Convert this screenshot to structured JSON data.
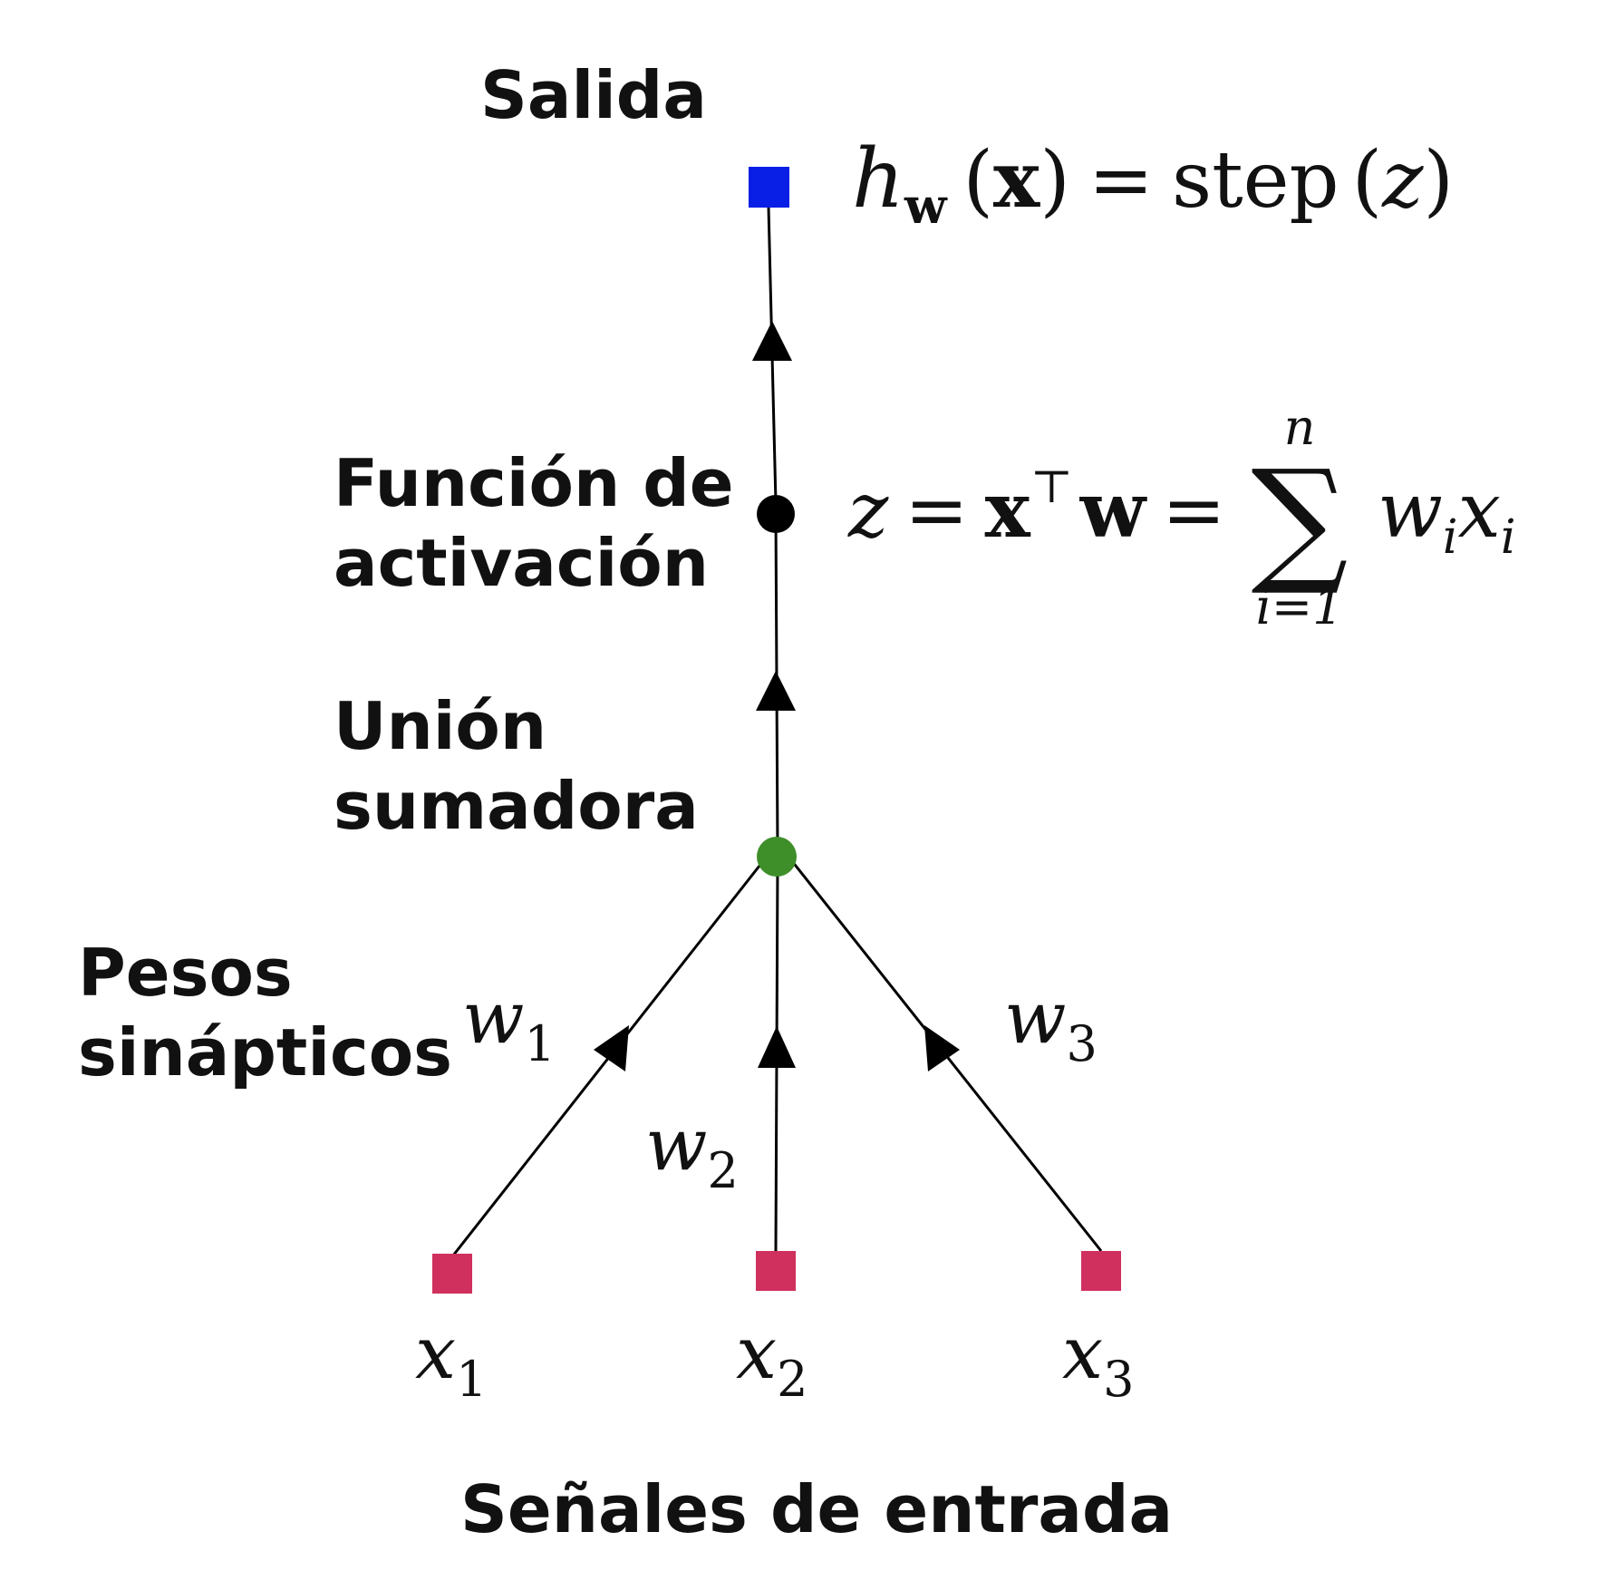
{
  "labels": {
    "output": "Salida",
    "activation_line1": "Función de",
    "activation_line2": "activación",
    "summing_line1": "Unión",
    "summing_line2": "sumadora",
    "weights_line1": "Pesos",
    "weights_line2": "sinápticos",
    "inputs": "Señales de entrada"
  },
  "inputs": [
    {
      "symbol": "x",
      "index": "1"
    },
    {
      "symbol": "x",
      "index": "2"
    },
    {
      "symbol": "x",
      "index": "3"
    }
  ],
  "weights": [
    {
      "symbol": "w",
      "index": "1"
    },
    {
      "symbol": "w",
      "index": "2"
    },
    {
      "symbol": "w",
      "index": "3"
    }
  ],
  "output_formula": {
    "h": "h",
    "h_sub": "w",
    "arg_open": "(",
    "arg": "x",
    "arg_close": ")",
    "equals": "=",
    "func": "step",
    "func_arg_open": "(",
    "func_arg": "z",
    "func_arg_close": ")"
  },
  "activation_formula": {
    "lhs": "z",
    "eq1": "=",
    "x": "x",
    "transpose": "⊤",
    "w": "w",
    "eq2": "=",
    "sigma": "∑",
    "upper": "n",
    "lower": "i=1",
    "term_w": "w",
    "term_w_sub": "i",
    "term_x": "x",
    "term_x_sub": "i"
  },
  "colors": {
    "output_node": "#0a1fe6",
    "activation_node": "#000000",
    "summing_node": "#3e8f2a",
    "input_node": "#d0305e",
    "edge": "#000000"
  }
}
